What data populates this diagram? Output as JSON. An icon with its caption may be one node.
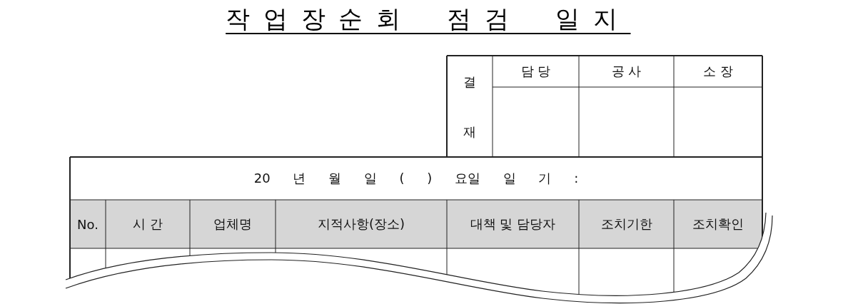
{
  "diagram": {
    "title": "작업장순회 점검 일지",
    "labels": [
      "결",
      "담 당",
      "공 사",
      "소 장",
      "재",
      "20 년 월 일 ( ) 요일 일 기 :",
      "No.",
      "시 간",
      "업체명",
      "지적사항(장소)",
      "대책 및 담당자",
      "조치기한",
      "조치확인"
    ]
  }
}
